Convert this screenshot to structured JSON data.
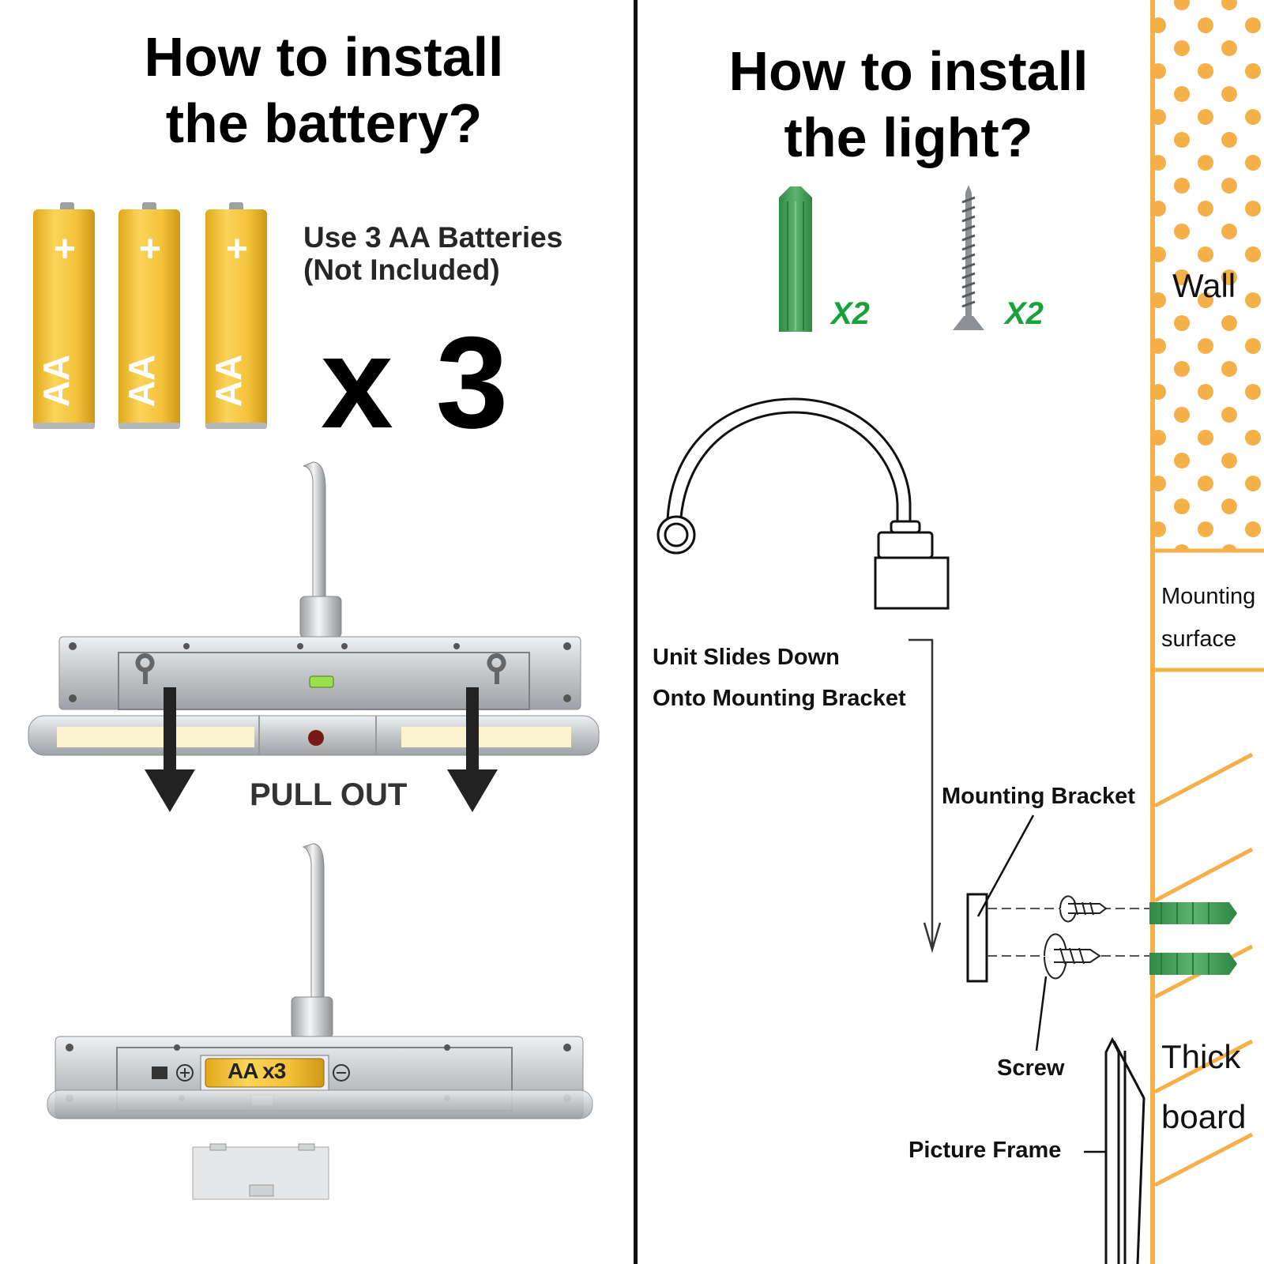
{
  "battery_section": {
    "title_line1": "How to install",
    "title_line2": "the battery?",
    "battery_plus": "+",
    "battery_label": "AA",
    "battery_count_text": "x 3",
    "note_line1": "Use 3 AA Batteries",
    "note_line2": "(Not Included)",
    "pull_out": "PULL OUT",
    "compartment_label": "AA x3"
  },
  "light_section": {
    "title_line1": "How to install",
    "title_line2": "the light?",
    "anchor_qty": "X2",
    "screw_qty": "X2",
    "slide_line1": "Unit Slides Down",
    "slide_line2": "Onto Mounting Bracket",
    "mounting_bracket": "Mounting Bracket",
    "screw": "Screw",
    "picture_frame": "Picture Frame",
    "wall": "Wall",
    "mounting_surface_line1": "Mounting",
    "mounting_surface_line2": "surface",
    "thick_line1": "Thick",
    "thick_line2": "board"
  },
  "colors": {
    "battery_gold": "#f2c23a",
    "wall_orange": "#f5b04a",
    "anchor_green": "#3e9a55",
    "qty_green": "#17a23a",
    "metal_silver": "#c9cbce"
  }
}
